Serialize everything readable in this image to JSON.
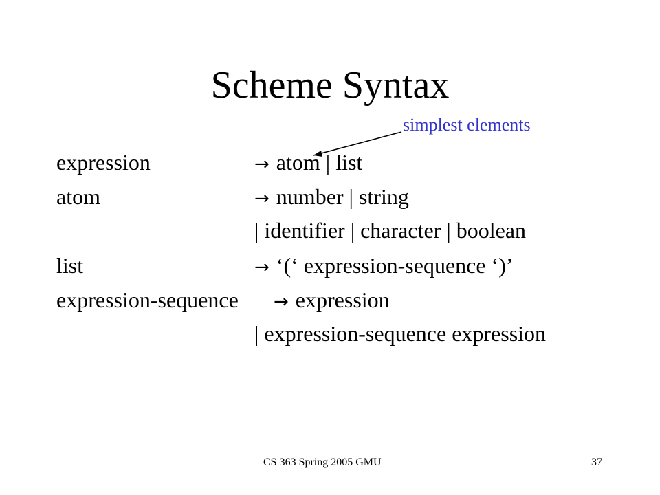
{
  "slide": {
    "title": "Scheme Syntax",
    "annotation": "simplest elements",
    "arrow_glyph": "→",
    "rules": [
      {
        "lhs": "expression",
        "rhs": "atom | list",
        "arrow": true
      },
      {
        "lhs": "atom",
        "rhs": "number | string",
        "arrow": true
      },
      {
        "lhs": "",
        "rhs": "| identifier  | character | boolean",
        "arrow": false
      },
      {
        "lhs": "list",
        "rhs": "‘(‘ expression-sequence ‘)’",
        "arrow": true
      },
      {
        "lhs": "expression-sequence",
        "rhs": "expression",
        "arrow": true
      },
      {
        "lhs": "",
        "rhs": "| expression-sequence  expression",
        "arrow": false
      }
    ],
    "footer_left": "CS 363 Spring 2005 GMU",
    "footer_right": "37",
    "colors": {
      "annotation": "#3333cc",
      "text": "#000000"
    }
  }
}
